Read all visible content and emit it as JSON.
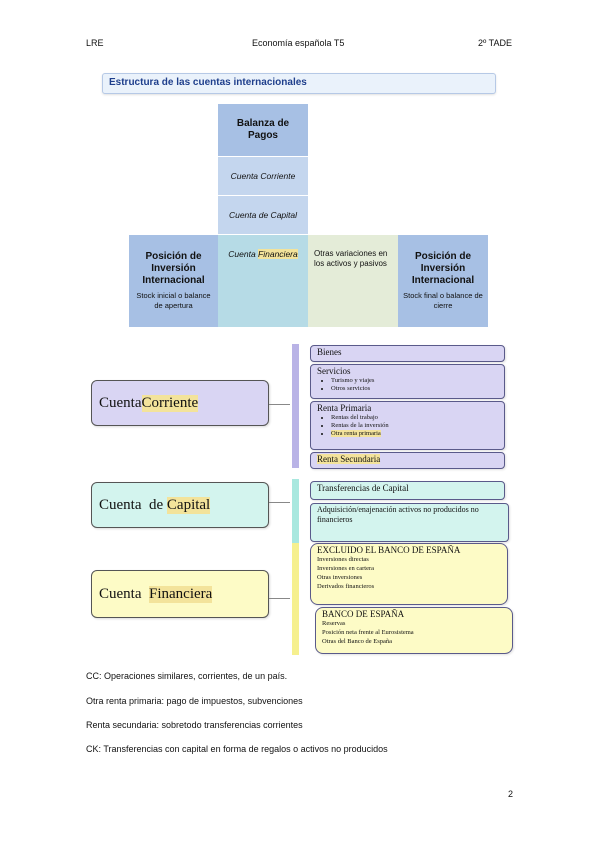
{
  "header": {
    "left": "LRE",
    "center": "Economía española T5",
    "right": "2º TADE"
  },
  "diagram_top": {
    "title": "Estructura de las cuentas internacionales",
    "balanza": "Balanza de Pagos",
    "cuenta_corriente": "Cuenta Corriente",
    "cuenta_capital": "Cuenta de Capital",
    "cuenta_financiera_a": "Cuenta ",
    "cuenta_financiera_b": "Financiera",
    "otras_variaciones": "Otras variaciones en los activos y pasivos",
    "piin_left": {
      "title": "Posición de Inversión Internacional",
      "sub": "Stock inicial o balance de apertura"
    },
    "piin_right": {
      "title": "Posición de Inversión Internacional",
      "sub": "Stock final o balance de cierre"
    }
  },
  "diagram_bottom": {
    "cc": {
      "a": "Cuenta ",
      "b": "Corriente"
    },
    "ck": {
      "a": "Cuenta  de ",
      "b": "Capital"
    },
    "cf": {
      "a": "Cuenta  ",
      "b": "Financiera"
    },
    "bienes": "Bienes",
    "servicios": {
      "title": "Servicios",
      "items": [
        "Turismo y viajes",
        "Otros servicios"
      ]
    },
    "renta_primaria": {
      "title": "Renta Primaria",
      "items": [
        "Rentas del trabajo",
        "Rentas de la inversión",
        "Otra renta primaria"
      ]
    },
    "renta_secundaria": "Renta Secundaria",
    "transferencias": "Transferencias de Capital",
    "adquisicion": "Adquisición/enajenación activos no producidos no financieros",
    "excluido": {
      "title": "EXCLUIDO EL BANCO DE ESPAÑA",
      "items": [
        "Inversiones directas",
        "Inversiones en cartera",
        "Otras inversiones",
        "Derivados financieros"
      ]
    },
    "banco": {
      "title": "BANCO DE ESPAÑA",
      "items": [
        "Reservas",
        "Posición neta frente al Eurosistema",
        "Otras del Banco de España"
      ]
    }
  },
  "notes": [
    "CC: Operaciones similares, corrientes, de un país.",
    "Otra renta primaria: pago de impuestos, subvenciones",
    "Renta secundaria: sobretodo transferencias corrientes",
    "CK: Transferencias con capital en forma de regalos o activos no producidos"
  ],
  "page_number": "2",
  "colors": {
    "lavender": "#d9d5f3",
    "mint": "#d3f4ee",
    "cream": "#fdfbc6",
    "accent_blue": "#a7c0e4"
  }
}
